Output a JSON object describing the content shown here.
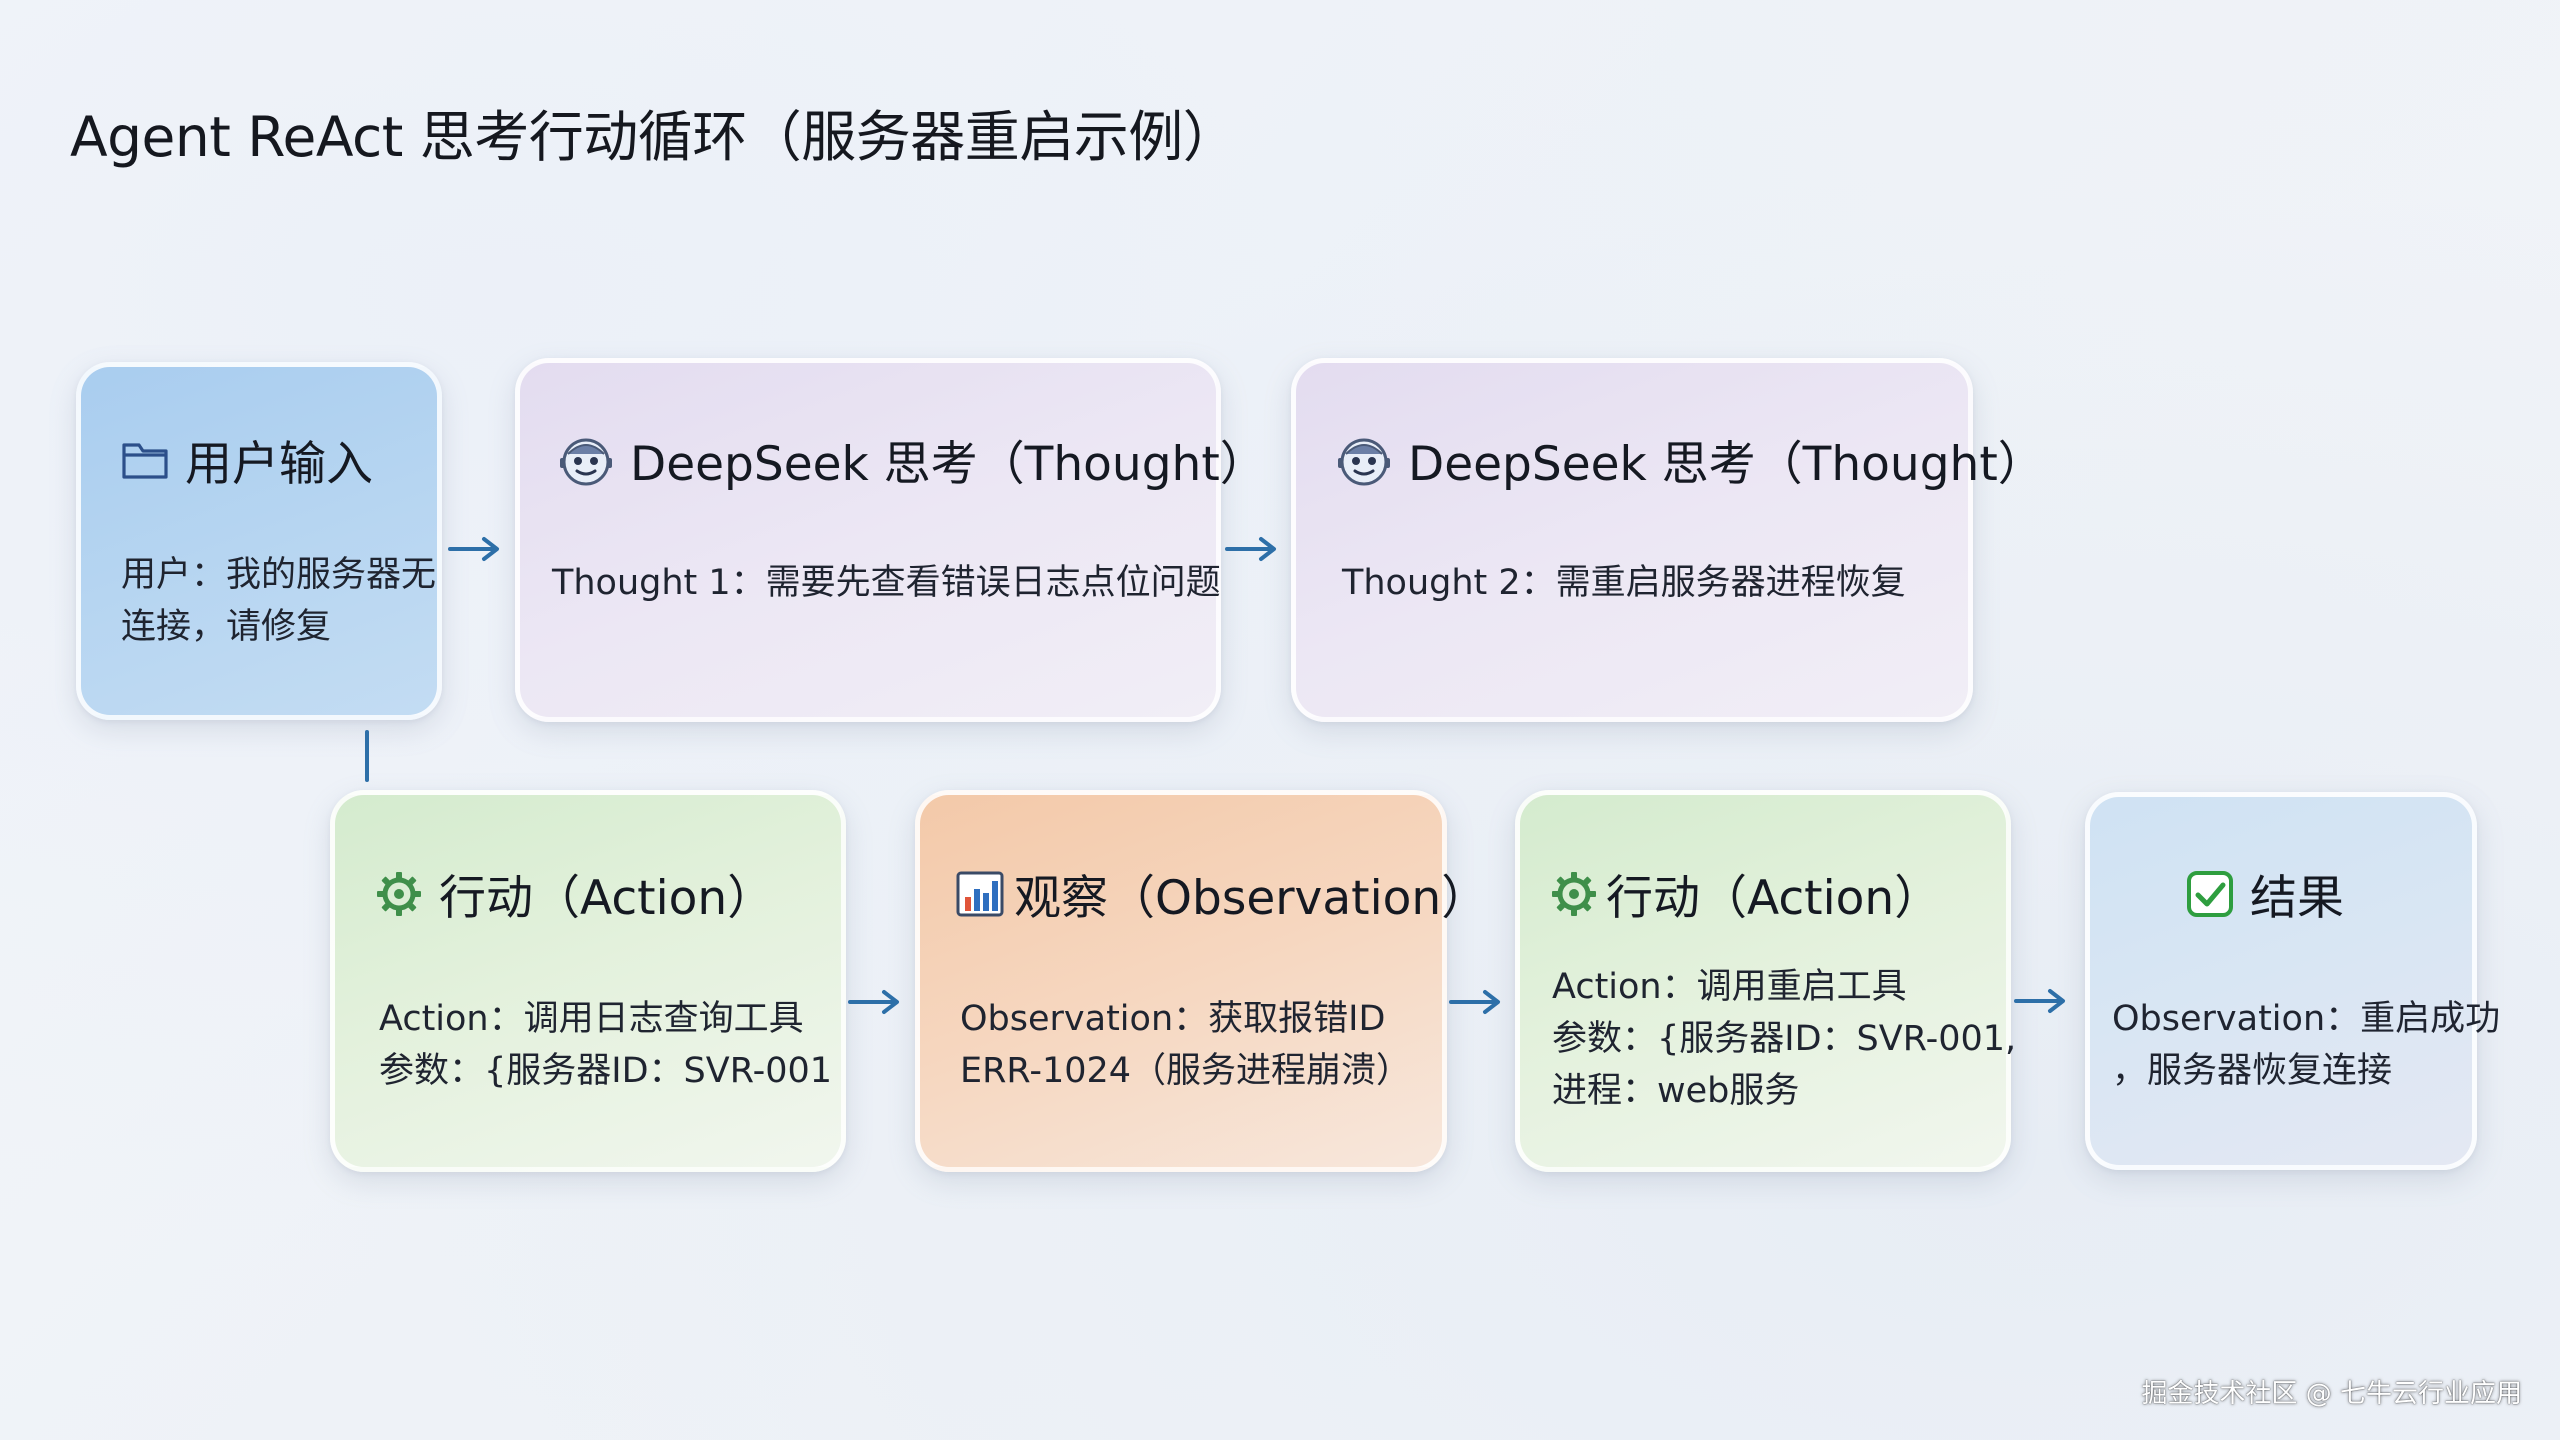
{
  "title": "Agent ReAct 思考行动循环（服务器重启示例）",
  "nodes": {
    "user_input": {
      "title": "用户输入",
      "icon": "folder-icon",
      "lines": [
        "用户：我的服务器无",
        "连接，请修复"
      ]
    },
    "thought1": {
      "title": "DeepSeek 思考（Thought）",
      "icon": "robot-face-icon",
      "lines": [
        "Thought 1：需要先查看错误日志点位问题"
      ]
    },
    "thought2": {
      "title": "DeepSeek 思考（Thought）",
      "icon": "robot-face-icon",
      "lines": [
        "Thought 2：需重启服务器进程恢复"
      ]
    },
    "action1": {
      "title": "行动（Action）",
      "icon": "gear-icon",
      "lines": [
        "Action：调用日志查询工具",
        "参数：{服务器ID：SVR-001"
      ]
    },
    "observation": {
      "title": "观察（Observation）",
      "icon": "bar-chart-icon",
      "lines": [
        "Observation：获取报错ID",
        "ERR-1024（服务进程崩溃）"
      ]
    },
    "action2": {
      "title": "行动（Action）",
      "icon": "gear-icon",
      "lines": [
        "Action：调用重启工具",
        "参数：{服务器ID：SVR-001,",
        "进程：web服务"
      ]
    },
    "result": {
      "title": "结果",
      "icon": "check-box-icon",
      "lines": [
        "Observation：重启成功",
        "，服务器恢复连接"
      ]
    }
  },
  "watermark": "掘金技术社区 @ 七牛云行业应用",
  "colors": {
    "arrow": "#2d6fa8",
    "blue_card": "#b6d5f1",
    "purple_card": "#ece7f4",
    "green_card": "#e3f1dc",
    "orange_card": "#f6d7c0",
    "result_card": "#d9e6f3",
    "check_green": "#2e9e3f"
  }
}
